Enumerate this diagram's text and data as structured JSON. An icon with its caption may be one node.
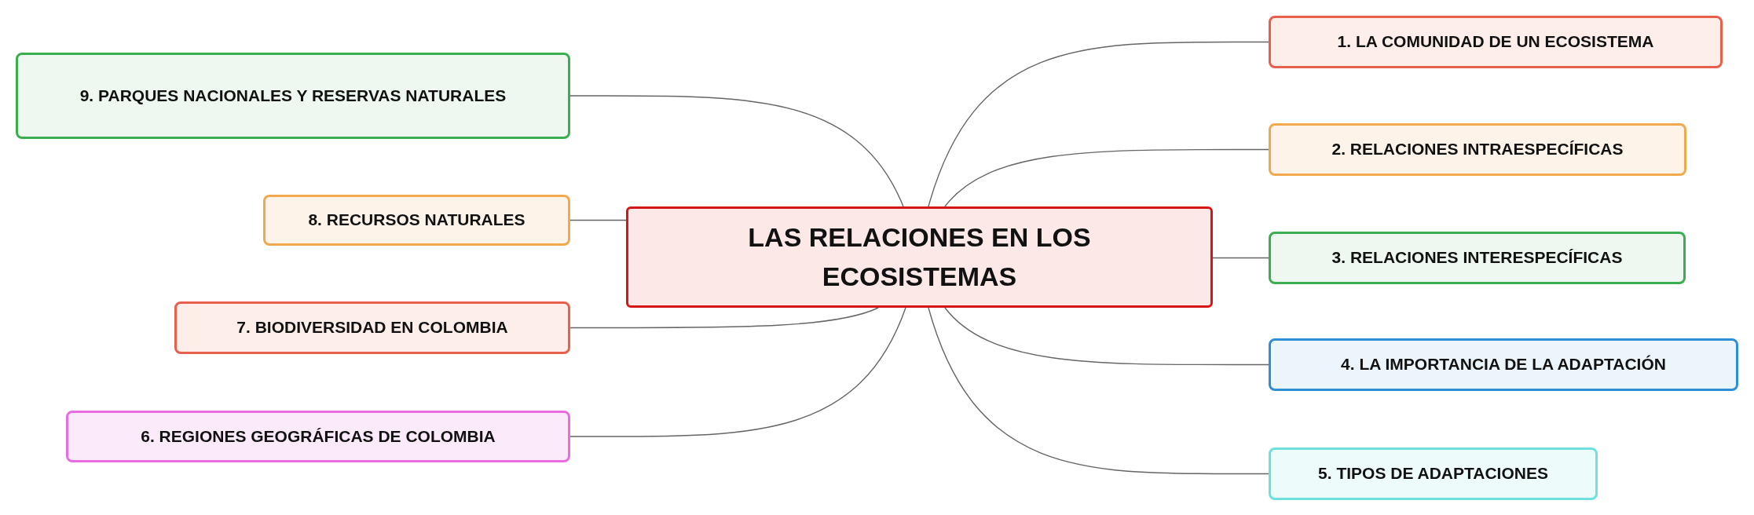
{
  "diagram": {
    "nodes": [
      {
        "text": [
          "LAS RELACIONES EN LOS ECOSISTEMAS"
        ]
      },
      {
        "text": [
          "1. LA COMUNIDAD DE UN ECOSISTEMA"
        ]
      },
      {
        "text": [
          "2. RELACIONES INTRAESPECÍFICAS"
        ]
      },
      {
        "text": [
          "3. RELACIONES INTERESPECÍFICAS"
        ]
      },
      {
        "text": [
          "4. LA IMPORTANCIA DE LA ADAPTACIÓN"
        ]
      },
      {
        "text": [
          "5. TIPOS DE ADAPTACIONES"
        ]
      },
      {
        "text": [
          "6. REGIONES GEOGRÁFICAS DE COLOMBIA"
        ]
      },
      {
        "text": [
          "7. BIODIVERSIDAD EN COLOMBIA"
        ]
      },
      {
        "text": [
          "8. RECURSOS NATURALES"
        ]
      },
      {
        "text": [
          "9. PARQUES NACIONALES Y RESERVAS NATURALES"
        ]
      }
    ],
    "edges": [
      {
        "from": 0,
        "to": 1,
        "arrow": "none"
      },
      {
        "from": 0,
        "to": 2,
        "arrow": "none"
      },
      {
        "from": 0,
        "to": 3,
        "arrow": "none"
      },
      {
        "from": 0,
        "to": 4,
        "arrow": "none"
      },
      {
        "from": 0,
        "to": 5,
        "arrow": "none"
      },
      {
        "from": 0,
        "to": 6,
        "arrow": "none"
      },
      {
        "from": 0,
        "to": 7,
        "arrow": "none"
      },
      {
        "from": 0,
        "to": 8,
        "arrow": "none"
      },
      {
        "from": 0,
        "to": 9,
        "arrow": "none"
      }
    ]
  }
}
